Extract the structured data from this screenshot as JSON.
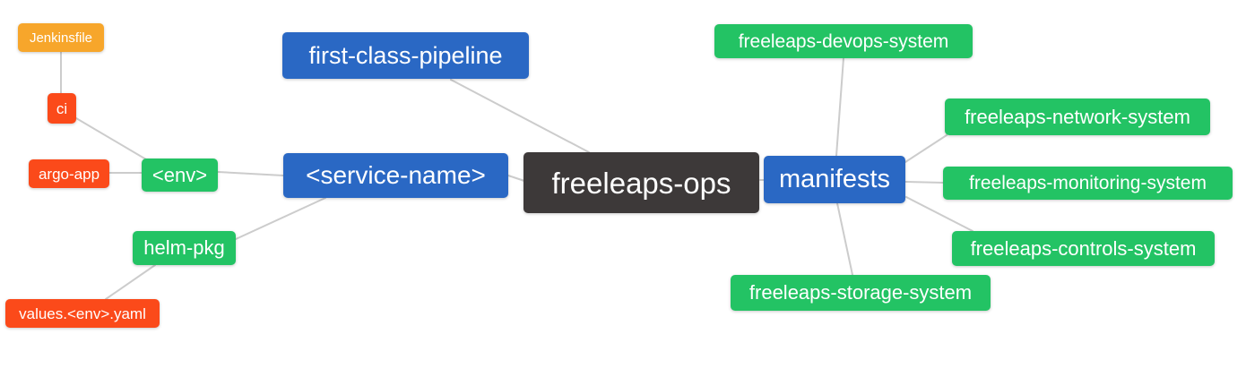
{
  "canvas": {
    "background": "#ffffff",
    "edge_color": "#cccccc"
  },
  "palette": {
    "blue": "#2a68c4",
    "green": "#23c364",
    "orange": "#f7a62b",
    "red": "#fb4a1a",
    "dark": "#3d3939",
    "node_text": "#ffffff"
  },
  "nodes": [
    {
      "id": "jenkinsfile",
      "label": "Jenkinsfile",
      "color_role": "orange"
    },
    {
      "id": "ci",
      "label": "ci",
      "color_role": "red"
    },
    {
      "id": "argo-app",
      "label": "argo-app",
      "color_role": "red"
    },
    {
      "id": "env",
      "label": "<env>",
      "color_role": "green"
    },
    {
      "id": "helm-pkg",
      "label": "helm-pkg",
      "color_role": "green"
    },
    {
      "id": "values-env-yaml",
      "label": "values.<env>.yaml",
      "color_role": "red"
    },
    {
      "id": "first-class-pipeline",
      "label": "first-class-pipeline",
      "color_role": "blue"
    },
    {
      "id": "service-name",
      "label": "<service-name>",
      "color_role": "blue"
    },
    {
      "id": "freeleaps-ops",
      "label": "freeleaps-ops",
      "color_role": "dark"
    },
    {
      "id": "manifests",
      "label": "manifests",
      "color_role": "blue"
    },
    {
      "id": "freeleaps-devops-system",
      "label": "freeleaps-devops-system",
      "color_role": "green"
    },
    {
      "id": "freeleaps-network-system",
      "label": "freeleaps-network-system",
      "color_role": "green"
    },
    {
      "id": "freeleaps-monitoring-system",
      "label": "freeleaps-monitoring-system",
      "color_role": "green"
    },
    {
      "id": "freeleaps-controls-system",
      "label": "freeleaps-controls-system",
      "color_role": "green"
    },
    {
      "id": "freeleaps-storage-system",
      "label": "freeleaps-storage-system",
      "color_role": "green"
    }
  ],
  "edges": [
    {
      "from": "Jenkinsfile",
      "to": "ci"
    },
    {
      "from": "ci",
      "to": "<env>"
    },
    {
      "from": "argo-app",
      "to": "<env>"
    },
    {
      "from": "<env>",
      "to": "<service-name>"
    },
    {
      "from": "helm-pkg",
      "to": "<service-name>"
    },
    {
      "from": "values.<env>.yaml",
      "to": "helm-pkg"
    },
    {
      "from": "first-class-pipeline",
      "to": "freeleaps-ops"
    },
    {
      "from": "<service-name>",
      "to": "freeleaps-ops"
    },
    {
      "from": "freeleaps-ops",
      "to": "manifests"
    },
    {
      "from": "manifests",
      "to": "freeleaps-devops-system"
    },
    {
      "from": "manifests",
      "to": "freeleaps-network-system"
    },
    {
      "from": "manifests",
      "to": "freeleaps-monitoring-system"
    },
    {
      "from": "manifests",
      "to": "freeleaps-controls-system"
    },
    {
      "from": "manifests",
      "to": "freeleaps-storage-system"
    }
  ]
}
